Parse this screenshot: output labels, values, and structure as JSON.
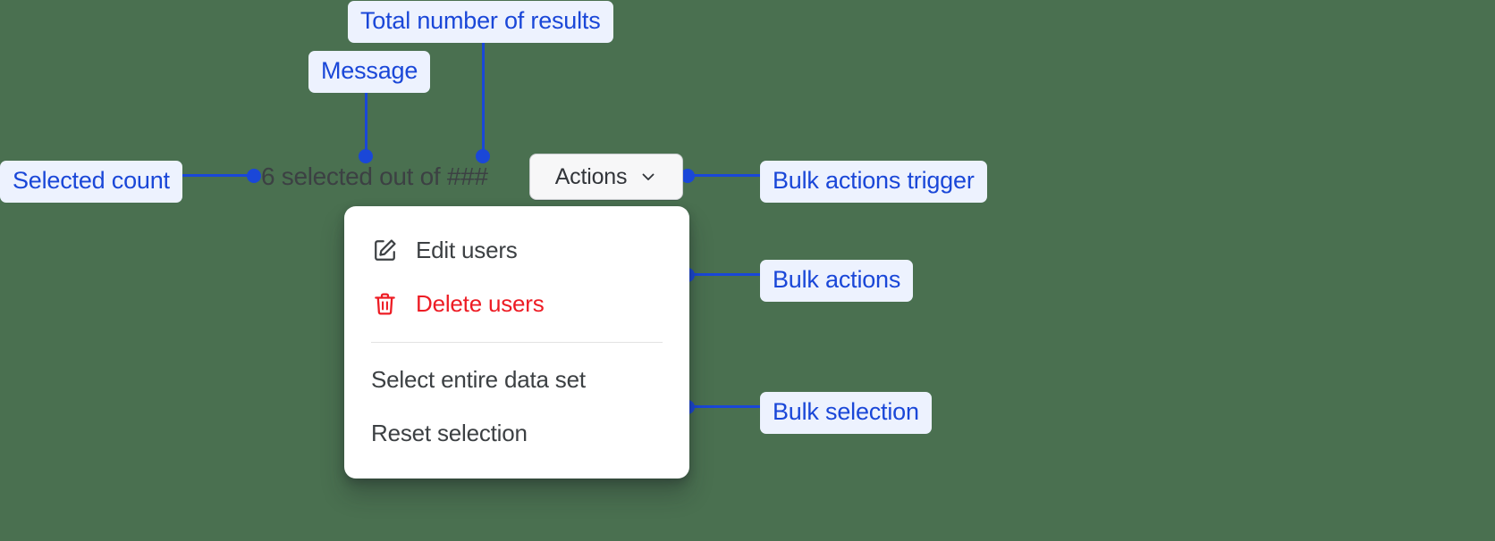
{
  "background_color": "#4A7050",
  "accent_color": "#1A47D8",
  "annotations": [
    {
      "id": "total-results",
      "label": "Total number of results"
    },
    {
      "id": "message",
      "label": "Message"
    },
    {
      "id": "selected-count",
      "label": "Selected count"
    },
    {
      "id": "bulk-trigger",
      "label": "Bulk actions trigger"
    },
    {
      "id": "bulk-actions",
      "label": "Bulk actions"
    },
    {
      "id": "bulk-selection",
      "label": "Bulk selection"
    }
  ],
  "bulk_bar": {
    "selected_count": 6,
    "total_results": "###",
    "message_text": "6 selected out of ###",
    "trigger": {
      "label": "Actions",
      "icon": "chevron-down-icon",
      "background": "#F7F7F8",
      "text_color": "#32353A"
    }
  },
  "actions_menu": {
    "groups": [
      {
        "name": "bulk-actions",
        "items": [
          {
            "label": "Edit users",
            "icon": "pencil-square-icon",
            "destructive": false
          },
          {
            "label": "Delete users",
            "icon": "trash-icon",
            "destructive": true,
            "color": "#ED1C24"
          }
        ]
      },
      {
        "name": "bulk-selection",
        "items": [
          {
            "label": "Select entire data set",
            "icon": null,
            "destructive": false
          },
          {
            "label": "Reset selection",
            "icon": null,
            "destructive": false
          }
        ]
      }
    ]
  }
}
